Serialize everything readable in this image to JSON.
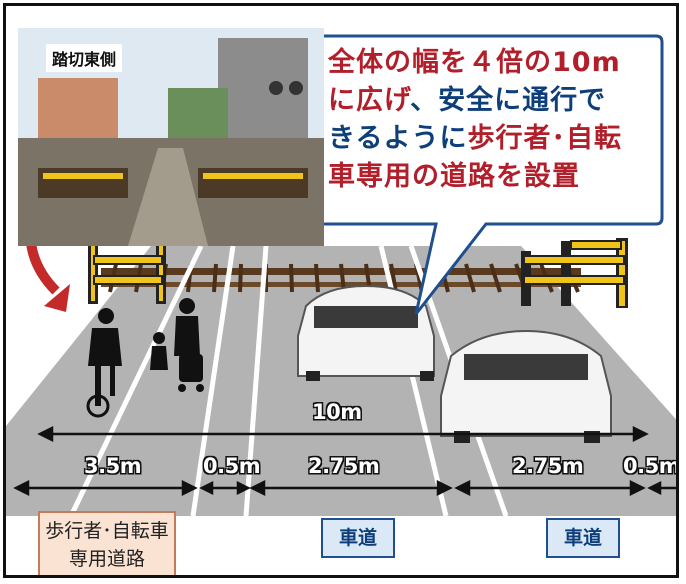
{
  "photo_label": "踏切東側",
  "callout": {
    "line1": "全体の幅を４倍の10m",
    "line2_red": "に広げ",
    "line2_rest": "、安全に通行で",
    "line3_pre": "きるように",
    "line3_red": "歩行者･自転",
    "line4_red": "車専用の道路を設置"
  },
  "dimensions": {
    "total": "10m",
    "ped_width": "3.5m",
    "gap_left": "0.5m",
    "lane_left": "2.75m",
    "lane_right": "2.75m",
    "gap_right": "0.5m"
  },
  "lanes": {
    "ped_label_line1": "歩行者･自転車",
    "ped_label_line2": "専用道路",
    "car_left": "車道",
    "car_right": "車道"
  },
  "colors": {
    "road": "#b3b3b3",
    "accent_red": "#b11f2b",
    "accent_blue": "#1f4f8f",
    "barrier_yellow": "#f0c419"
  }
}
